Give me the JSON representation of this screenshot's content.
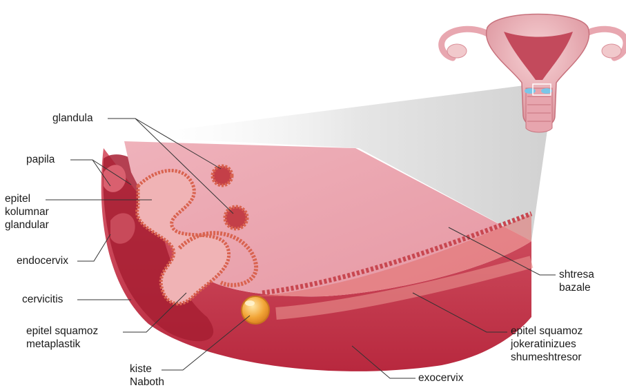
{
  "labels": {
    "glandula": "glandula",
    "papila": "papila",
    "epitel_kolumnar": [
      "epitel",
      "kolumnar",
      "glandular"
    ],
    "endocervix": "endocervix",
    "cervicitis": "cervicitis",
    "epitel_squamoz_metaplastik": [
      "epitel squamoz",
      "metaplastik"
    ],
    "kiste_naboth": [
      "kiste",
      "Naboth"
    ],
    "exocervix": "exocervix",
    "shtresa_bazale": [
      "shtresa",
      "bazale"
    ],
    "epitel_squamoz_jokeratinizues": [
      "epitel squamoz",
      "jokeratinizues",
      "shumeshtresor"
    ]
  },
  "colors": {
    "tissue_surface": "#e9a3ad",
    "tissue_deep": "#c9465a",
    "gland_epithelium": "#d9634f",
    "cyst": "#f0a236",
    "zoom_funnel": "#d8d8d8",
    "leader_lines": "#333333"
  }
}
